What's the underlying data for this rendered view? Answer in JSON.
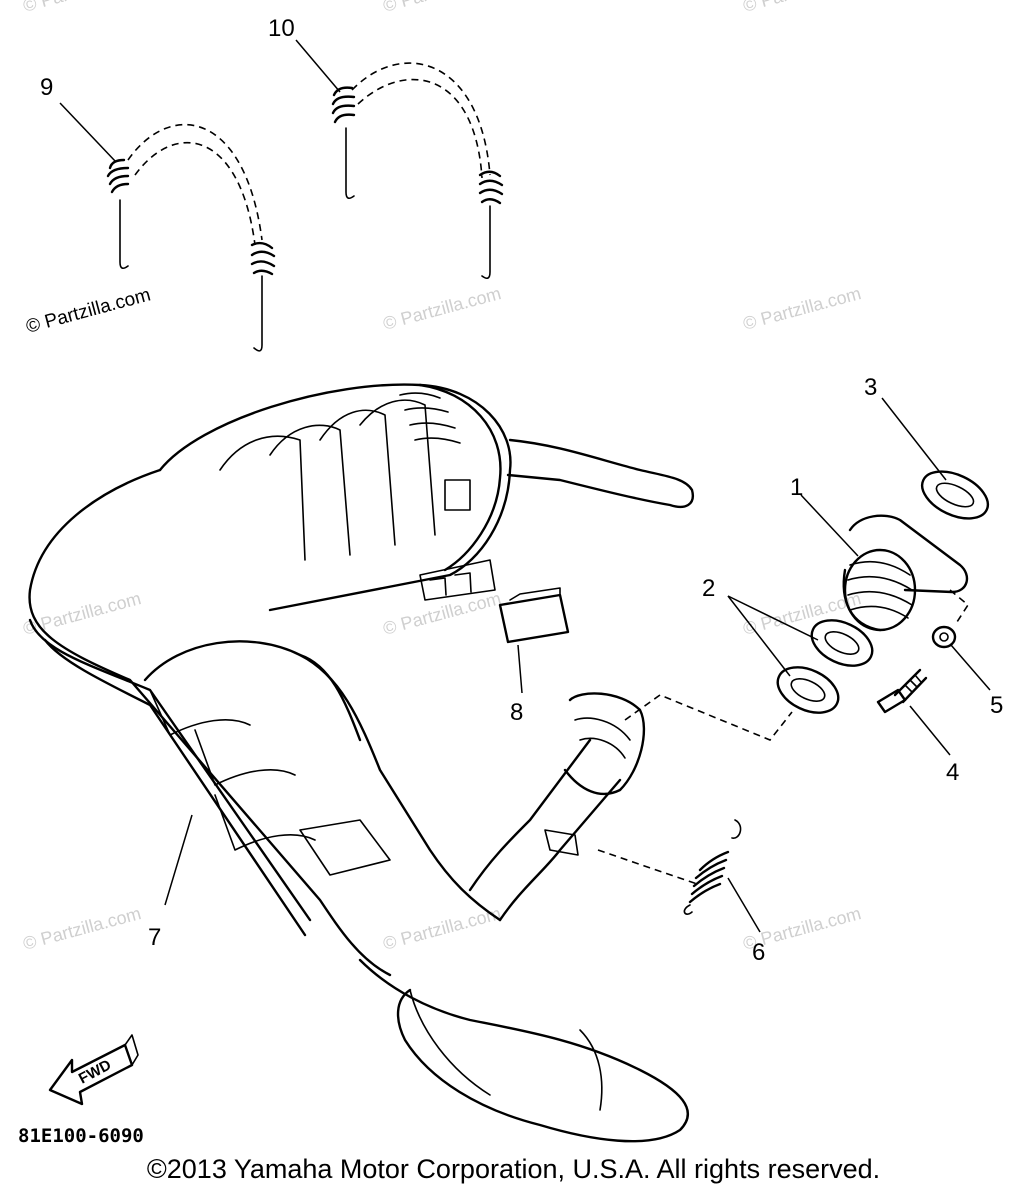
{
  "watermark": {
    "text": "© Partzilla.com"
  },
  "callouts": [
    {
      "id": "1",
      "label": "1"
    },
    {
      "id": "2",
      "label": "2"
    },
    {
      "id": "3",
      "label": "3"
    },
    {
      "id": "4",
      "label": "4"
    },
    {
      "id": "5",
      "label": "5"
    },
    {
      "id": "6",
      "label": "6"
    },
    {
      "id": "7",
      "label": "7"
    },
    {
      "id": "8",
      "label": "8"
    },
    {
      "id": "9",
      "label": "9"
    },
    {
      "id": "10",
      "label": "10"
    }
  ],
  "fwd_arrow_text": "FWD",
  "diagram_code": "81E100-6090",
  "copyright": "©2013 Yamaha Motor Corporation, U.S.A. All rights reserved."
}
